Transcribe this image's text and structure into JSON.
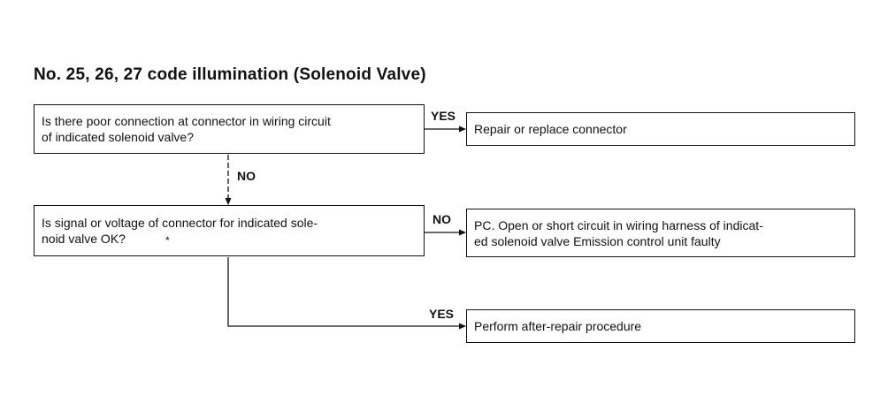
{
  "title": "No. 25, 26, 27 code illumination (Solenoid Valve)",
  "question1": {
    "line1": "Is there poor connection at connector in wiring circuit",
    "line2": "of indicated solenoid valve?"
  },
  "yes1_label": "YES",
  "result1": "Repair or replace connector",
  "no1_label": "NO",
  "question2": {
    "line1": "Is signal or voltage of connector for indicated sole-",
    "line2": "noid valve OK?",
    "mark": "*"
  },
  "no2_label": "NO",
  "result2": {
    "line1": "PC. Open or short circuit in wiring harness of indicat-",
    "line2": "ed solenoid valve Emission control unit faulty"
  },
  "yes2_label": "YES",
  "result3": "Perform after-repair procedure"
}
